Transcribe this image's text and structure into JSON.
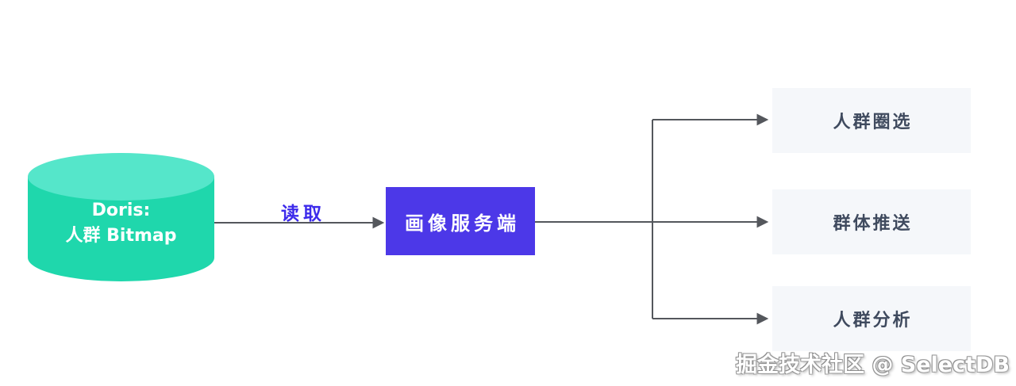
{
  "diagram": {
    "source_node": {
      "line1": "Doris:",
      "line2": "人群 Bitmap"
    },
    "edge_label": "读取",
    "service_node": {
      "label": "画像服务端"
    },
    "output_nodes": [
      {
        "label": "人群圈选"
      },
      {
        "label": "群体推送"
      },
      {
        "label": "人群分析"
      }
    ],
    "watermark": "掘金技术社区 @ SelectDB",
    "colors": {
      "cylinder_top": "#55E6CA",
      "cylinder_body": "#1FD7AC",
      "service_bg": "#4C38E8",
      "edge_label_text": "#3D2BEB",
      "connector_line": "#54575C",
      "output_bg": "#F5F7FA",
      "output_text": "#3F4A5E",
      "node_text": "#FFFFFF"
    }
  }
}
